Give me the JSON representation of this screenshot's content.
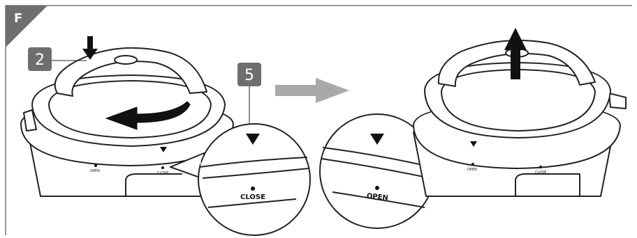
{
  "figure": {
    "letter": "F"
  },
  "steps": [
    {
      "number": "2"
    },
    {
      "number": "5"
    }
  ],
  "markings": {
    "close": "CLOSE",
    "open": "OPEN",
    "close_small": "CLOSE",
    "open_small": "OPEN"
  },
  "colors": {
    "corner_tab": "#6e6e6e",
    "step_badge": "#6e6e6e",
    "line": "#222222",
    "transition_arrow": "#a9a9a9",
    "action_arrow": "#111111"
  }
}
